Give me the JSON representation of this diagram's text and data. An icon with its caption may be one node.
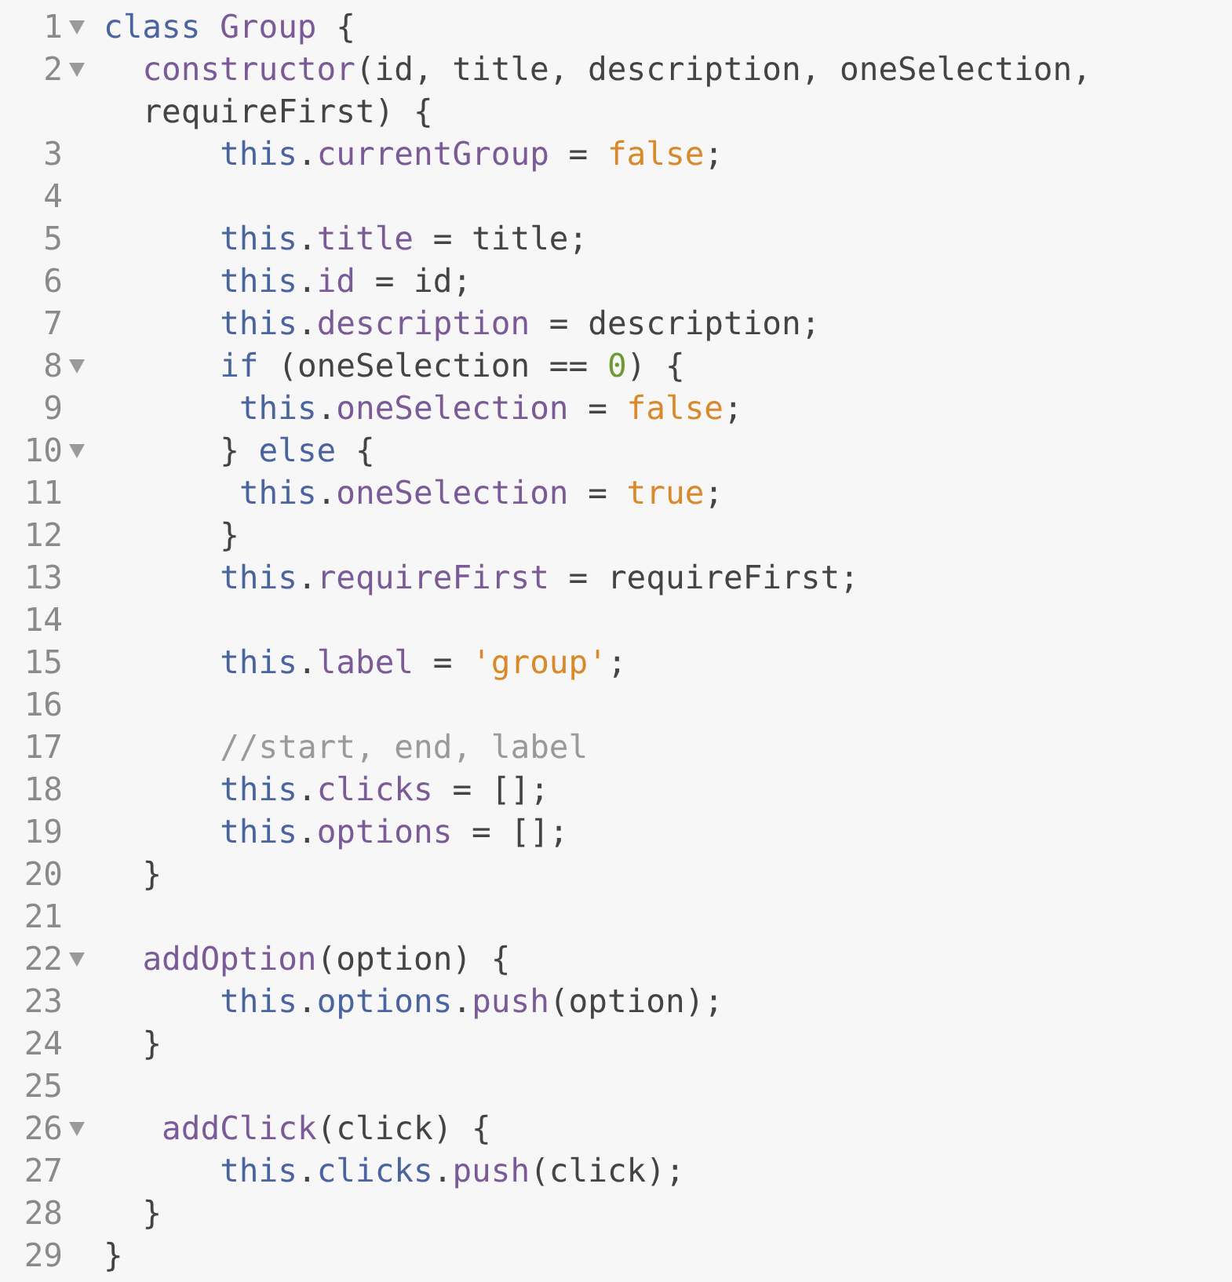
{
  "diagram": {
    "labels": [
      "1",
      "class Group {",
      "2",
      "constructor(id, title, description, oneSelection, requireFirst) {",
      "3",
      "this.currentGroup = false;",
      "4",
      "5",
      "this.title = title;",
      "6",
      "this.id = id;",
      "7",
      "this.description = description;",
      "8",
      "if (oneSelection == 0) {",
      "9",
      "this.oneSelection = false;",
      "10",
      "} else {",
      "11",
      "this.oneSelection = true;",
      "12",
      "}",
      "13",
      "this.requireFirst = requireFirst;",
      "14",
      "15",
      "this.label = 'group';",
      "16",
      "17",
      "//start, end, label",
      "18",
      "this.clicks = [];",
      "19",
      "this.options = [];",
      "20",
      "}",
      "21",
      "22",
      "addOption(option) {",
      "23",
      "this.options.push(option);",
      "24",
      "}",
      "25",
      "26",
      "addClick(click) {",
      "27",
      "this.clicks.push(click);",
      "28",
      "}",
      "29",
      "}"
    ]
  }
}
